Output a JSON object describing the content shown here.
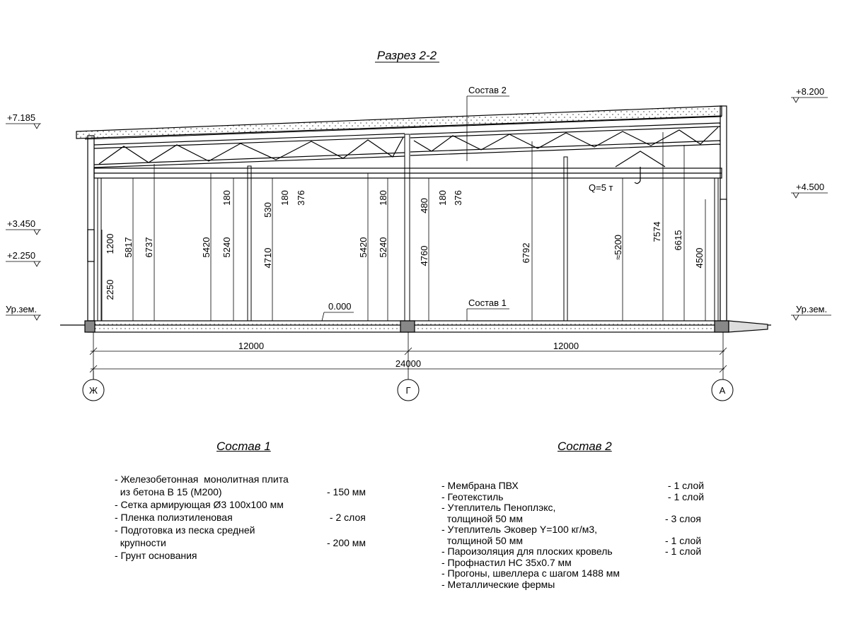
{
  "section_title": "Разрез 2-2",
  "labels": {
    "sostav_roof": "Состав 2",
    "sostav_floor": "Состав 1",
    "crane": "Q=5 т",
    "floor_level": "0.000"
  },
  "levels_left": [
    "+7.185",
    "+3.450",
    "+2.250",
    "Ур.зем."
  ],
  "levels_right": [
    "+8.200",
    "+4.500",
    "Ур.зем."
  ],
  "vertical_dims": [
    "1200",
    "2250",
    "5817",
    "6737",
    "5420",
    "5240",
    "180",
    "530",
    "4710",
    "180",
    "376",
    "5420",
    "5240",
    "180",
    "480",
    "4760",
    "180",
    "376",
    "6792",
    "≈5200",
    "7574",
    "6615",
    "4500"
  ],
  "horizontal_dims": [
    "12000",
    "12000",
    "24000"
  ],
  "axes": [
    "Ж",
    "Г",
    "А"
  ],
  "sostav1": {
    "title": "Состав 1",
    "rows": [
      {
        "text": "- Железобетонная  монолитная плита",
        "qty": ""
      },
      {
        "text": "  из бетона В 15 (М200)",
        "qty": "- 150 мм"
      },
      {
        "text": "- Сетка армирующая Ø3 100х100 мм",
        "qty": ""
      },
      {
        "text": "- Пленка полиэтиленовая",
        "qty": " - 2 слоя"
      },
      {
        "text": "- Подготовка из песка средней",
        "qty": ""
      },
      {
        "text": "  крупности",
        "qty": "- 200 мм"
      },
      {
        "text": "- Грунт основания",
        "qty": ""
      }
    ]
  },
  "sostav2": {
    "title": "Состав 2",
    "rows": [
      {
        "text": "- Мембрана ПВХ",
        "qty": " - 1 слой"
      },
      {
        "text": "- Геотекстиль",
        "qty": " - 1 слой"
      },
      {
        "text": "- Утеплитель Пеноплэкс,",
        "qty": ""
      },
      {
        "text": "  толщиной 50 мм",
        "qty": "- 3 слоя"
      },
      {
        "text": "- Утеплитель Эковер Y=100 кг/м3,",
        "qty": ""
      },
      {
        "text": "  толщиной 50 мм",
        "qty": "- 1 слой"
      },
      {
        "text": "- Пароизоляция для плоских кровель",
        "qty": "- 1 слой"
      },
      {
        "text": "- Профнастил НС 35х0.7 мм",
        "qty": ""
      },
      {
        "text": "- Прогоны, швеллера с шагом 1488 мм",
        "qty": ""
      },
      {
        "text": "- Металлические фермы",
        "qty": ""
      }
    ]
  }
}
